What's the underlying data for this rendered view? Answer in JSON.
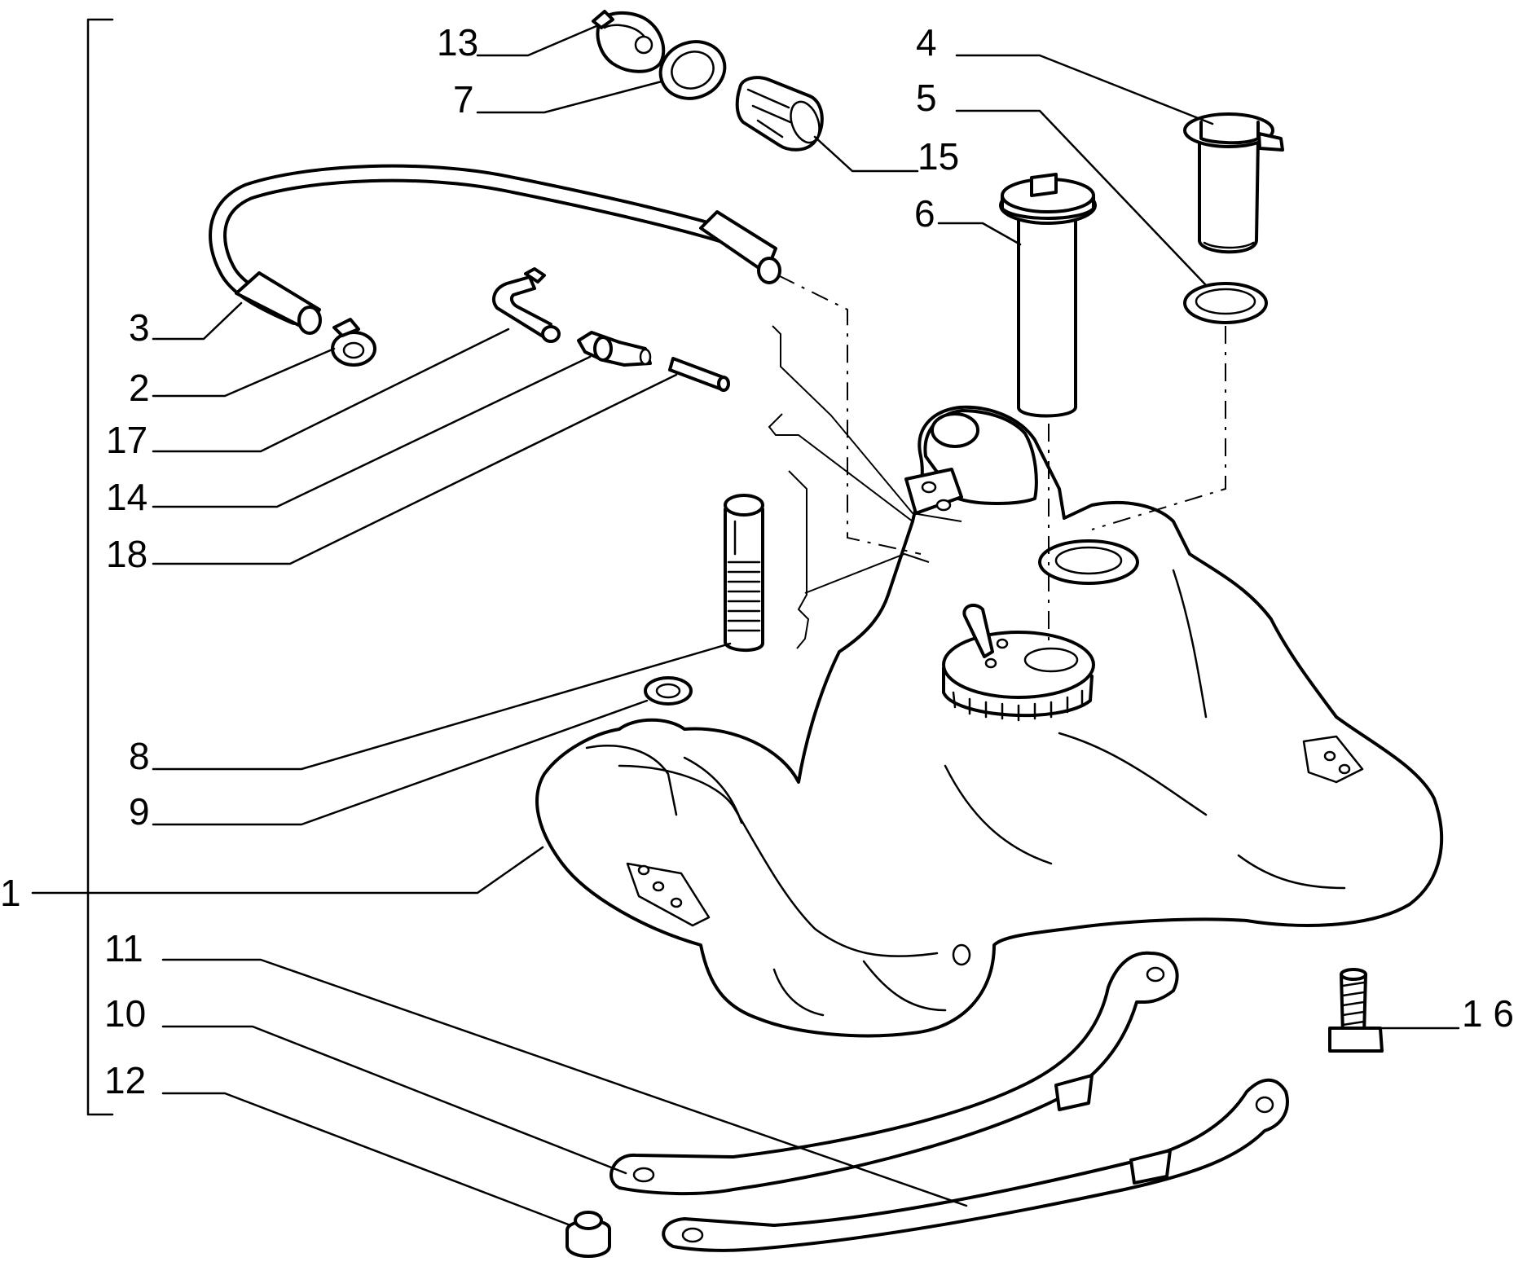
{
  "diagram": {
    "callouts": [
      {
        "id": "1",
        "label": "1"
      },
      {
        "id": "2",
        "label": "2"
      },
      {
        "id": "3",
        "label": "3"
      },
      {
        "id": "4",
        "label": "4"
      },
      {
        "id": "5",
        "label": "5"
      },
      {
        "id": "6",
        "label": "6"
      },
      {
        "id": "7",
        "label": "7"
      },
      {
        "id": "8",
        "label": "8"
      },
      {
        "id": "9",
        "label": "9"
      },
      {
        "id": "10",
        "label": "10"
      },
      {
        "id": "11",
        "label": "11"
      },
      {
        "id": "12",
        "label": "12"
      },
      {
        "id": "13",
        "label": "13"
      },
      {
        "id": "14",
        "label": "14"
      },
      {
        "id": "15",
        "label": "15"
      },
      {
        "id": "16",
        "label": "1 6"
      },
      {
        "id": "17",
        "label": "17"
      },
      {
        "id": "18",
        "label": "18"
      }
    ]
  }
}
